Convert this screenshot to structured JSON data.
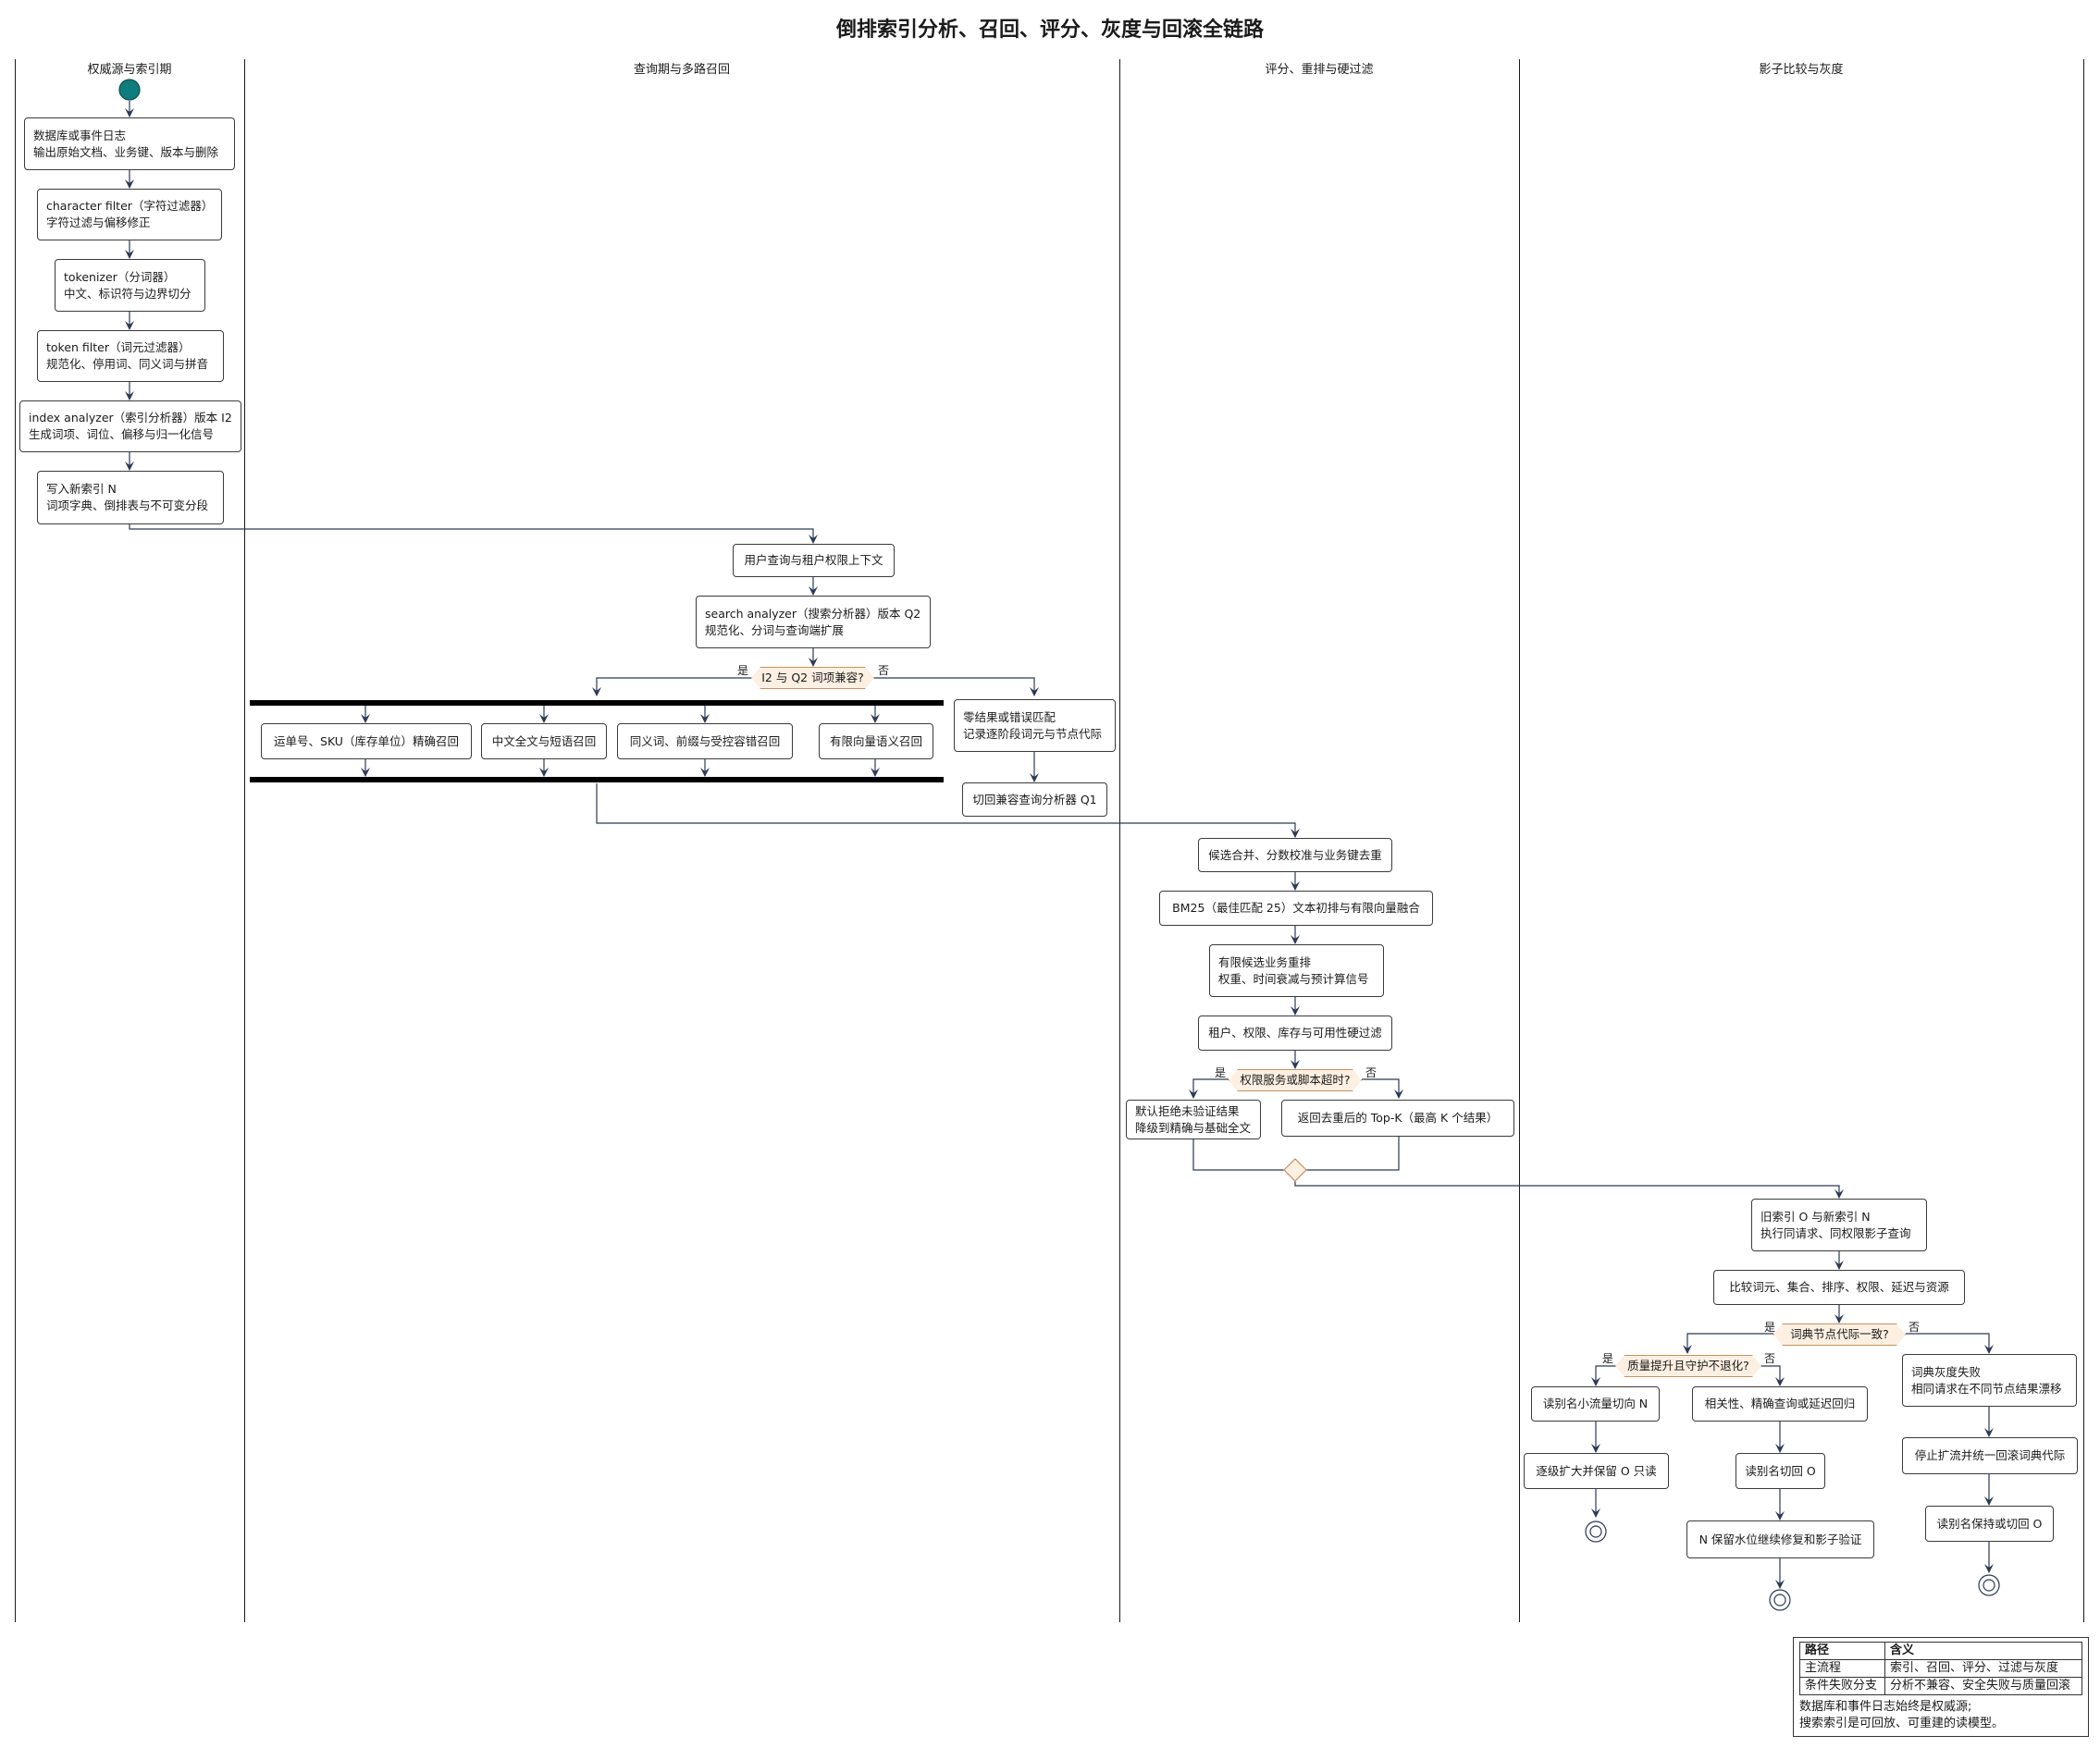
{
  "title": "倒排索引分析、召回、评分、灰度与回滚全链路",
  "lanes": [
    "权威源与索引期",
    "查询期与多路召回",
    "评分、重排与硬过滤",
    "影子比较与灰度"
  ],
  "lane1": {
    "src1": "数据库或事件日志",
    "src2": "输出原始文档、业务键、版本与删除",
    "cf1": "character filter（字符过滤器）",
    "cf2": "字符过滤与偏移修正",
    "tk1": "tokenizer（分词器）",
    "tk2": "中文、标识符与边界切分",
    "tf1": "token filter（词元过滤器）",
    "tf2": "规范化、停用词、同义词与拼音",
    "ia1": "index analyzer（索引分析器）版本 I2",
    "ia2": "生成词项、词位、偏移与归一化信号",
    "wr1": "写入新索引 N",
    "wr2": "词项字典、倒排表与不可变分段"
  },
  "lane2": {
    "user": "用户查询与租户权限上下文",
    "sa1": "search analyzer（搜索分析器）版本 Q2",
    "sa2": "规范化、分词与查询端扩展",
    "dec": "I2 与 Q2 词项兼容?",
    "yes": "是",
    "no": "否",
    "r1": "运单号、SKU（库存单位）精确召回",
    "r2": "中文全文与短语召回",
    "r3": "同义词、前缀与受控容错召回",
    "r4": "有限向量语义召回",
    "zr1": "零结果或错误匹配",
    "zr2": "记录逐阶段词元与节点代际",
    "fb": "切回兼容查询分析器 Q1"
  },
  "lane3": {
    "merge": "候选合并、分数校准与业务键去重",
    "bm25": "BM25（最佳匹配 25）文本初排与有限向量融合",
    "rr1": "有限候选业务重排",
    "rr2": "权重、时间衰减与预计算信号",
    "hf": "租户、权限、库存与可用性硬过滤",
    "dec": "权限服务或脚本超时?",
    "yes": "是",
    "no": "否",
    "deny1": "默认拒绝未验证结果",
    "deny2": "降级到精确与基础全文",
    "topk": "返回去重后的 Top-K（最高 K 个结果）"
  },
  "lane4": {
    "sh1": "旧索引 O 与新索引 N",
    "sh2": "执行同请求、同权限影子查询",
    "cmp": "比较词元、集合、排序、权限、延迟与资源",
    "dec1": "词典节点代际一致?",
    "dec2": "质量提升且守护不退化?",
    "yes": "是",
    "no": "否",
    "a1": "读别名小流量切向 N",
    "a2": "逐级扩大并保留 O 只读",
    "b1": "相关性、精确查询或延迟回归",
    "b2": "读别名切回 O",
    "b3": "N 保留水位继续修复和影子验证",
    "c1": "词典灰度失败",
    "c2": "相同请求在不同节点结果漂移",
    "c3": "停止扩流并统一回滚词典代际",
    "c4": "读别名保持或切回 O"
  },
  "legend": {
    "h1": "路径",
    "h2": "含义",
    "r1c1": "主流程",
    "r1c2": "索引、召回、评分、过滤与灰度",
    "r2c1": "条件失败分支",
    "r2c2": "分析不兼容、安全失败与质量回滚",
    "note1": "数据库和事件日志始终是权威源;",
    "note2": "搜索索引是可回放、可重建的读模型。"
  },
  "colors": {
    "start": "#0f7d7d",
    "decision_fill": "#fdf0e2",
    "decision_border": "#c9915d",
    "wire": "#2b3a55"
  }
}
